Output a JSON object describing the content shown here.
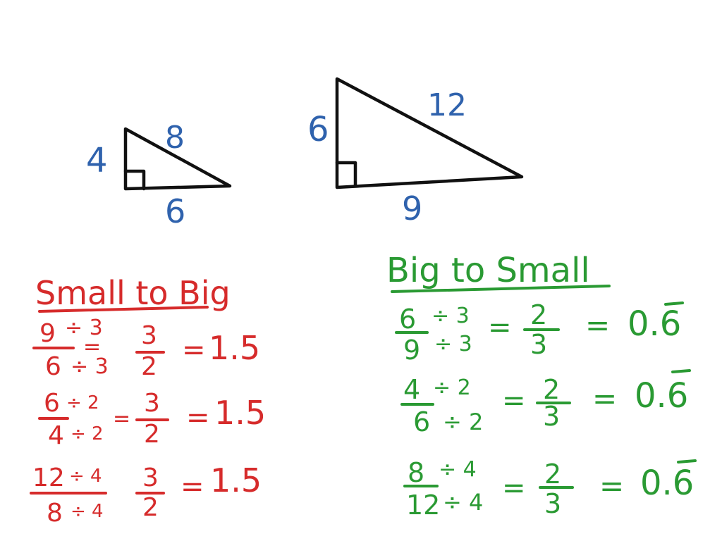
{
  "colors": {
    "background": "#ffffff",
    "triangle_stroke": "#111111",
    "side_labels": "#2f62ad",
    "small_to_big": "#d62b2b",
    "big_to_small": "#2a9a33"
  },
  "small_triangle": {
    "left": "4",
    "hypotenuse": "8",
    "bottom": "6"
  },
  "big_triangle": {
    "left": "6",
    "hypotenuse": "12",
    "bottom": "9"
  },
  "small_to_big": {
    "heading": "Small to Big",
    "rows": [
      {
        "num": "9",
        "num_div": "÷ 3",
        "den": "6",
        "den_div": "÷ 3",
        "eq1": "=",
        "frac_num": "3",
        "frac_den": "2",
        "eq2": "=",
        "result": "1.5"
      },
      {
        "num": "6",
        "num_div": "÷ 2",
        "den": "4",
        "den_div": "÷ 2",
        "eq1": "=",
        "frac_num": "3",
        "frac_den": "2",
        "eq2": "=",
        "result": "1.5"
      },
      {
        "num": "12",
        "num_div": "÷ 4",
        "den": "8",
        "den_div": "÷ 4",
        "eq1": "",
        "frac_num": "3",
        "frac_den": "2",
        "eq2": "=",
        "result": "1.5"
      }
    ]
  },
  "big_to_small": {
    "heading": "Big to Small",
    "rows": [
      {
        "num": "6",
        "num_div": "÷ 3",
        "den": "9",
        "den_div": "÷ 3",
        "eq1": "=",
        "frac_num": "2",
        "frac_den": "3",
        "eq2": "=",
        "result": "0.6"
      },
      {
        "num": "4",
        "num_div": "÷ 2",
        "den": "6",
        "den_div": "÷ 2",
        "eq1": "=",
        "frac_num": "2",
        "frac_den": "3",
        "eq2": "=",
        "result": "0.6"
      },
      {
        "num": "8",
        "num_div": "÷ 4",
        "den": "12",
        "den_div": "÷ 4",
        "eq1": "=",
        "frac_num": "2",
        "frac_den": "3",
        "eq2": "=",
        "result": "0.6"
      }
    ]
  }
}
